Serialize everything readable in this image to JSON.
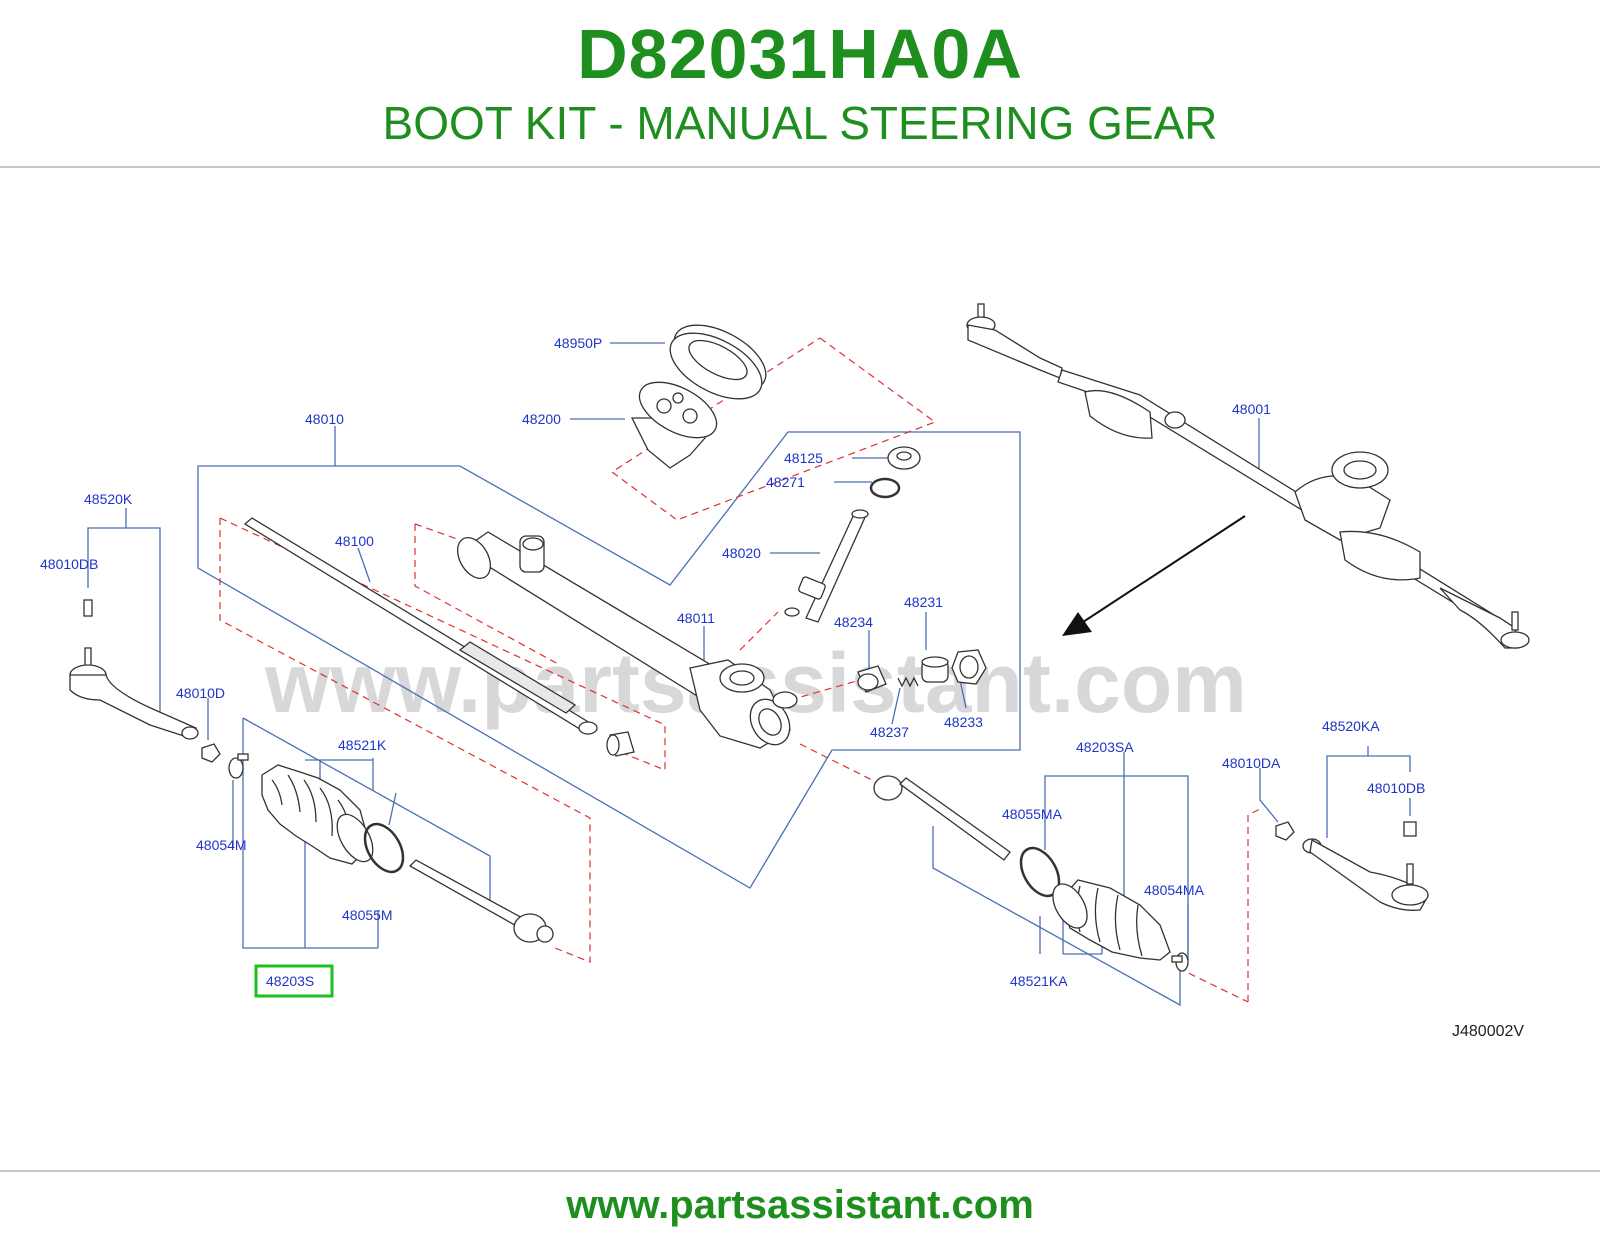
{
  "header": {
    "part_code": "D82031HA0A",
    "title": "BOOT KIT - MANUAL STEERING GEAR"
  },
  "diagram": {
    "labels": {
      "l48950P": "48950P",
      "l48200": "48200",
      "l48010": "48010",
      "l48520K": "48520K",
      "l48010DB": "48010DB",
      "l48100": "48100",
      "l48125": "48125",
      "l48271": "48271",
      "l48020": "48020",
      "l48011": "48011",
      "l48231": "48231",
      "l48234": "48234",
      "l48237": "48237",
      "l48233": "48233",
      "l48010D": "48010D",
      "l48521K": "48521K",
      "l48054M": "48054M",
      "l48055M": "48055M",
      "l48203S": "48203S",
      "l48001": "48001",
      "l48203SA": "48203SA",
      "l48055MA": "48055MA",
      "l48054MA": "48054MA",
      "l48521KA": "48521KA",
      "l48010DA": "48010DA",
      "l48520KA": "48520KA",
      "l48010DB_r": "48010DB"
    },
    "highlighted_part": "48203S",
    "reference_code": "J480002V",
    "watermark": "www.partsassistant.com",
    "colors": {
      "label": "#1f35c9",
      "leader_solid": "#4a6fb5",
      "leader_dashed": "#e03030",
      "highlight": "#1fbf1f",
      "brand": "#1e8f1e"
    }
  },
  "footer": {
    "url": "www.partsassistant.com"
  }
}
